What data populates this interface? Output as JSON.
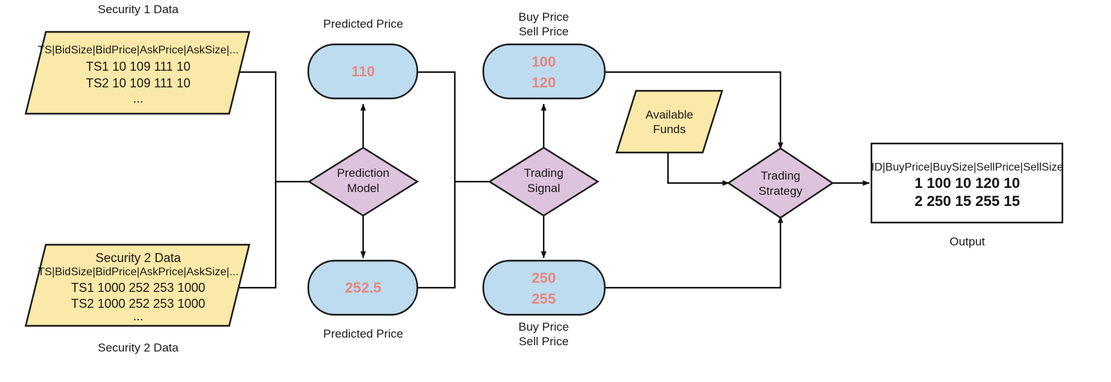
{
  "diagram": {
    "title_visible": false,
    "colors": {
      "data_fill": "#fae9a8",
      "process_fill": "#ddc3dc",
      "state_fill": "#bddcf0",
      "outline": "#1a1a1a",
      "value_text": "#e8877e",
      "text": "#1a1a1a",
      "background": "#ffffff"
    },
    "nodes": {
      "security1": {
        "caption": "Security 1 Data",
        "header": "TS|BidSize|BidPrice|AskPrice|AskSize|...",
        "rows": [
          "TS1 10 109 111 10",
          "TS2 10 109 111 10",
          "..."
        ]
      },
      "security2": {
        "caption": "Security 2 Data",
        "inner_title": "Security 2 Data",
        "header": "TS|BidSize|BidPrice|AskPrice|AskSize|...",
        "rows": [
          "TS1 1000 252 253 1000",
          "TS2 1000 252 253 1000",
          "..."
        ]
      },
      "prediction_model": {
        "line1": "Prediction",
        "line2": "Model"
      },
      "trading_signal": {
        "line1": "Trading",
        "line2": "Signal"
      },
      "trading_strategy": {
        "line1": "Trading",
        "line2": "Strategy"
      },
      "available_funds": {
        "line1": "Available",
        "line2": "Funds"
      },
      "predicted_price_top": {
        "caption": "Predicted Price",
        "caption_position": "above",
        "values": [
          "110"
        ]
      },
      "predicted_price_bottom": {
        "caption": "Predicted Price",
        "caption_position": "below",
        "values": [
          "252.5"
        ]
      },
      "buysell_top": {
        "caption_line1": "Buy Price",
        "caption_line2": "Sell Price",
        "caption_position": "above",
        "values": [
          "100",
          "120"
        ]
      },
      "buysell_bottom": {
        "caption_line1": "Buy Price",
        "caption_line2": "Sell Price",
        "caption_position": "below",
        "values": [
          "250",
          "255"
        ]
      },
      "output": {
        "caption": "Output",
        "header": "ID|BuyPrice|BuySize|SellPrice|SellSize",
        "rows": [
          "1 100 10 120 10",
          "2 250 15 255 15"
        ]
      }
    }
  }
}
